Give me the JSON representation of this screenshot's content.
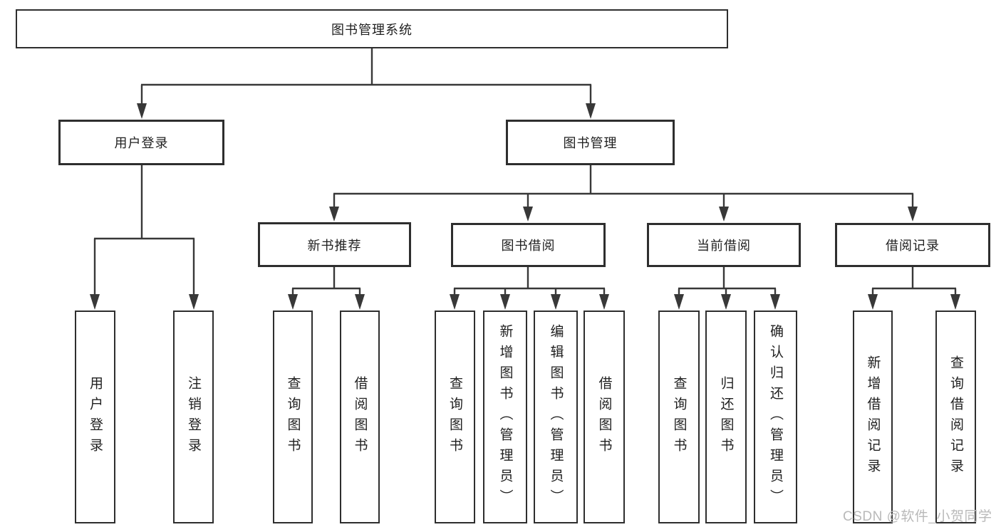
{
  "tree": {
    "root": {
      "label": "图书管理系统",
      "children": [
        {
          "label": "用户登录",
          "children": [
            {
              "label": "用户登录"
            },
            {
              "label": "注销登录"
            }
          ]
        },
        {
          "label": "图书管理",
          "children": [
            {
              "label": "新书推荐",
              "children": [
                {
                  "label": "查询图书"
                },
                {
                  "label": "借阅图书"
                }
              ]
            },
            {
              "label": "图书借阅",
              "children": [
                {
                  "label": "查询图书"
                },
                {
                  "label": "新增图书（管理员）"
                },
                {
                  "label": "编辑图书（管理员）"
                },
                {
                  "label": "借阅图书"
                }
              ]
            },
            {
              "label": "当前借阅",
              "children": [
                {
                  "label": "查询图书"
                },
                {
                  "label": "归还图书"
                },
                {
                  "label": "确认归还（管理员）"
                }
              ]
            },
            {
              "label": "借阅记录",
              "children": [
                {
                  "label": "新增借阅记录"
                },
                {
                  "label": "查询借阅记录"
                }
              ]
            }
          ]
        }
      ]
    }
  },
  "watermark": {
    "text": "CSDN @软件_小贺同学"
  },
  "colors": {
    "line": "#383838",
    "box_border": "#2e2e2e",
    "text": "#1f1f1f",
    "watermark": "#b9b9b9",
    "background": "#ffffff"
  }
}
